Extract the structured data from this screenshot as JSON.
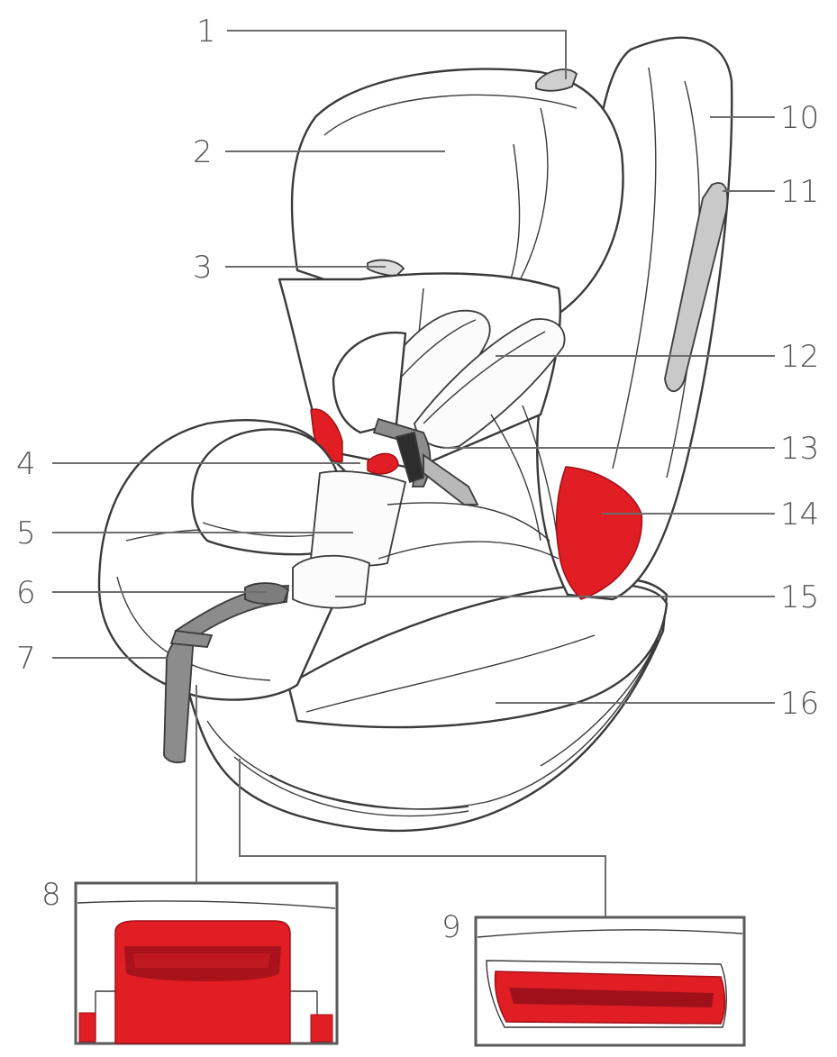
{
  "colors": {
    "accent_red": "#e01e24",
    "dark_red": "#a0101a",
    "strap_grey": "#8c8c8c",
    "light_grey": "#c9c9c9",
    "line": "#6d6d6d"
  },
  "callouts": [
    {
      "id": "1",
      "label": "1"
    },
    {
      "id": "2",
      "label": "2"
    },
    {
      "id": "3",
      "label": "3"
    },
    {
      "id": "4",
      "label": "4"
    },
    {
      "id": "5",
      "label": "5"
    },
    {
      "id": "6",
      "label": "6"
    },
    {
      "id": "7",
      "label": "7"
    },
    {
      "id": "8",
      "label": "8"
    },
    {
      "id": "9",
      "label": "9"
    },
    {
      "id": "10",
      "label": "10"
    },
    {
      "id": "11",
      "label": "11"
    },
    {
      "id": "12",
      "label": "12"
    },
    {
      "id": "13",
      "label": "13"
    },
    {
      "id": "14",
      "label": "14"
    },
    {
      "id": "15",
      "label": "15"
    },
    {
      "id": "16",
      "label": "16"
    }
  ]
}
